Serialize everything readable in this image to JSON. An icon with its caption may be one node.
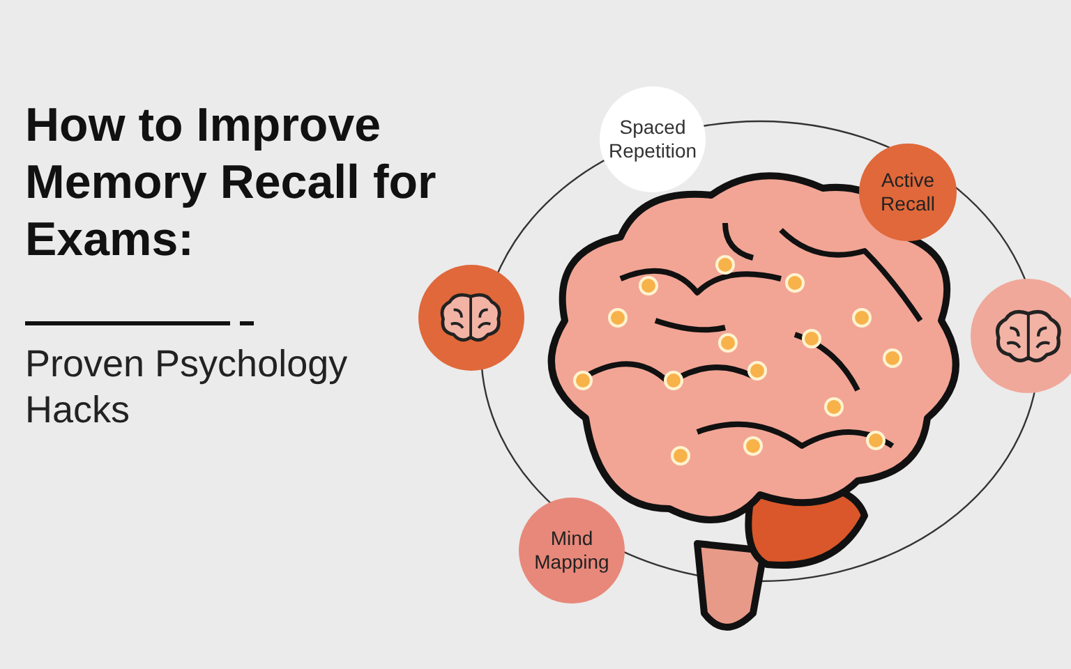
{
  "diagram": {
    "title": "How to Improve Memory Recall for Exams:",
    "nodes": [
      {
        "text": [
          "Spaced Repetition"
        ]
      },
      {
        "text": [
          "Active Recall"
        ]
      },
      {
        "text": [],
        "shape": "circle"
      },
      {
        "text": [
          "Mind Mapping"
        ]
      },
      {
        "text": [],
        "shape": "circle"
      }
    ],
    "labels": [
      "Proven Psychology Hacks"
    ]
  }
}
